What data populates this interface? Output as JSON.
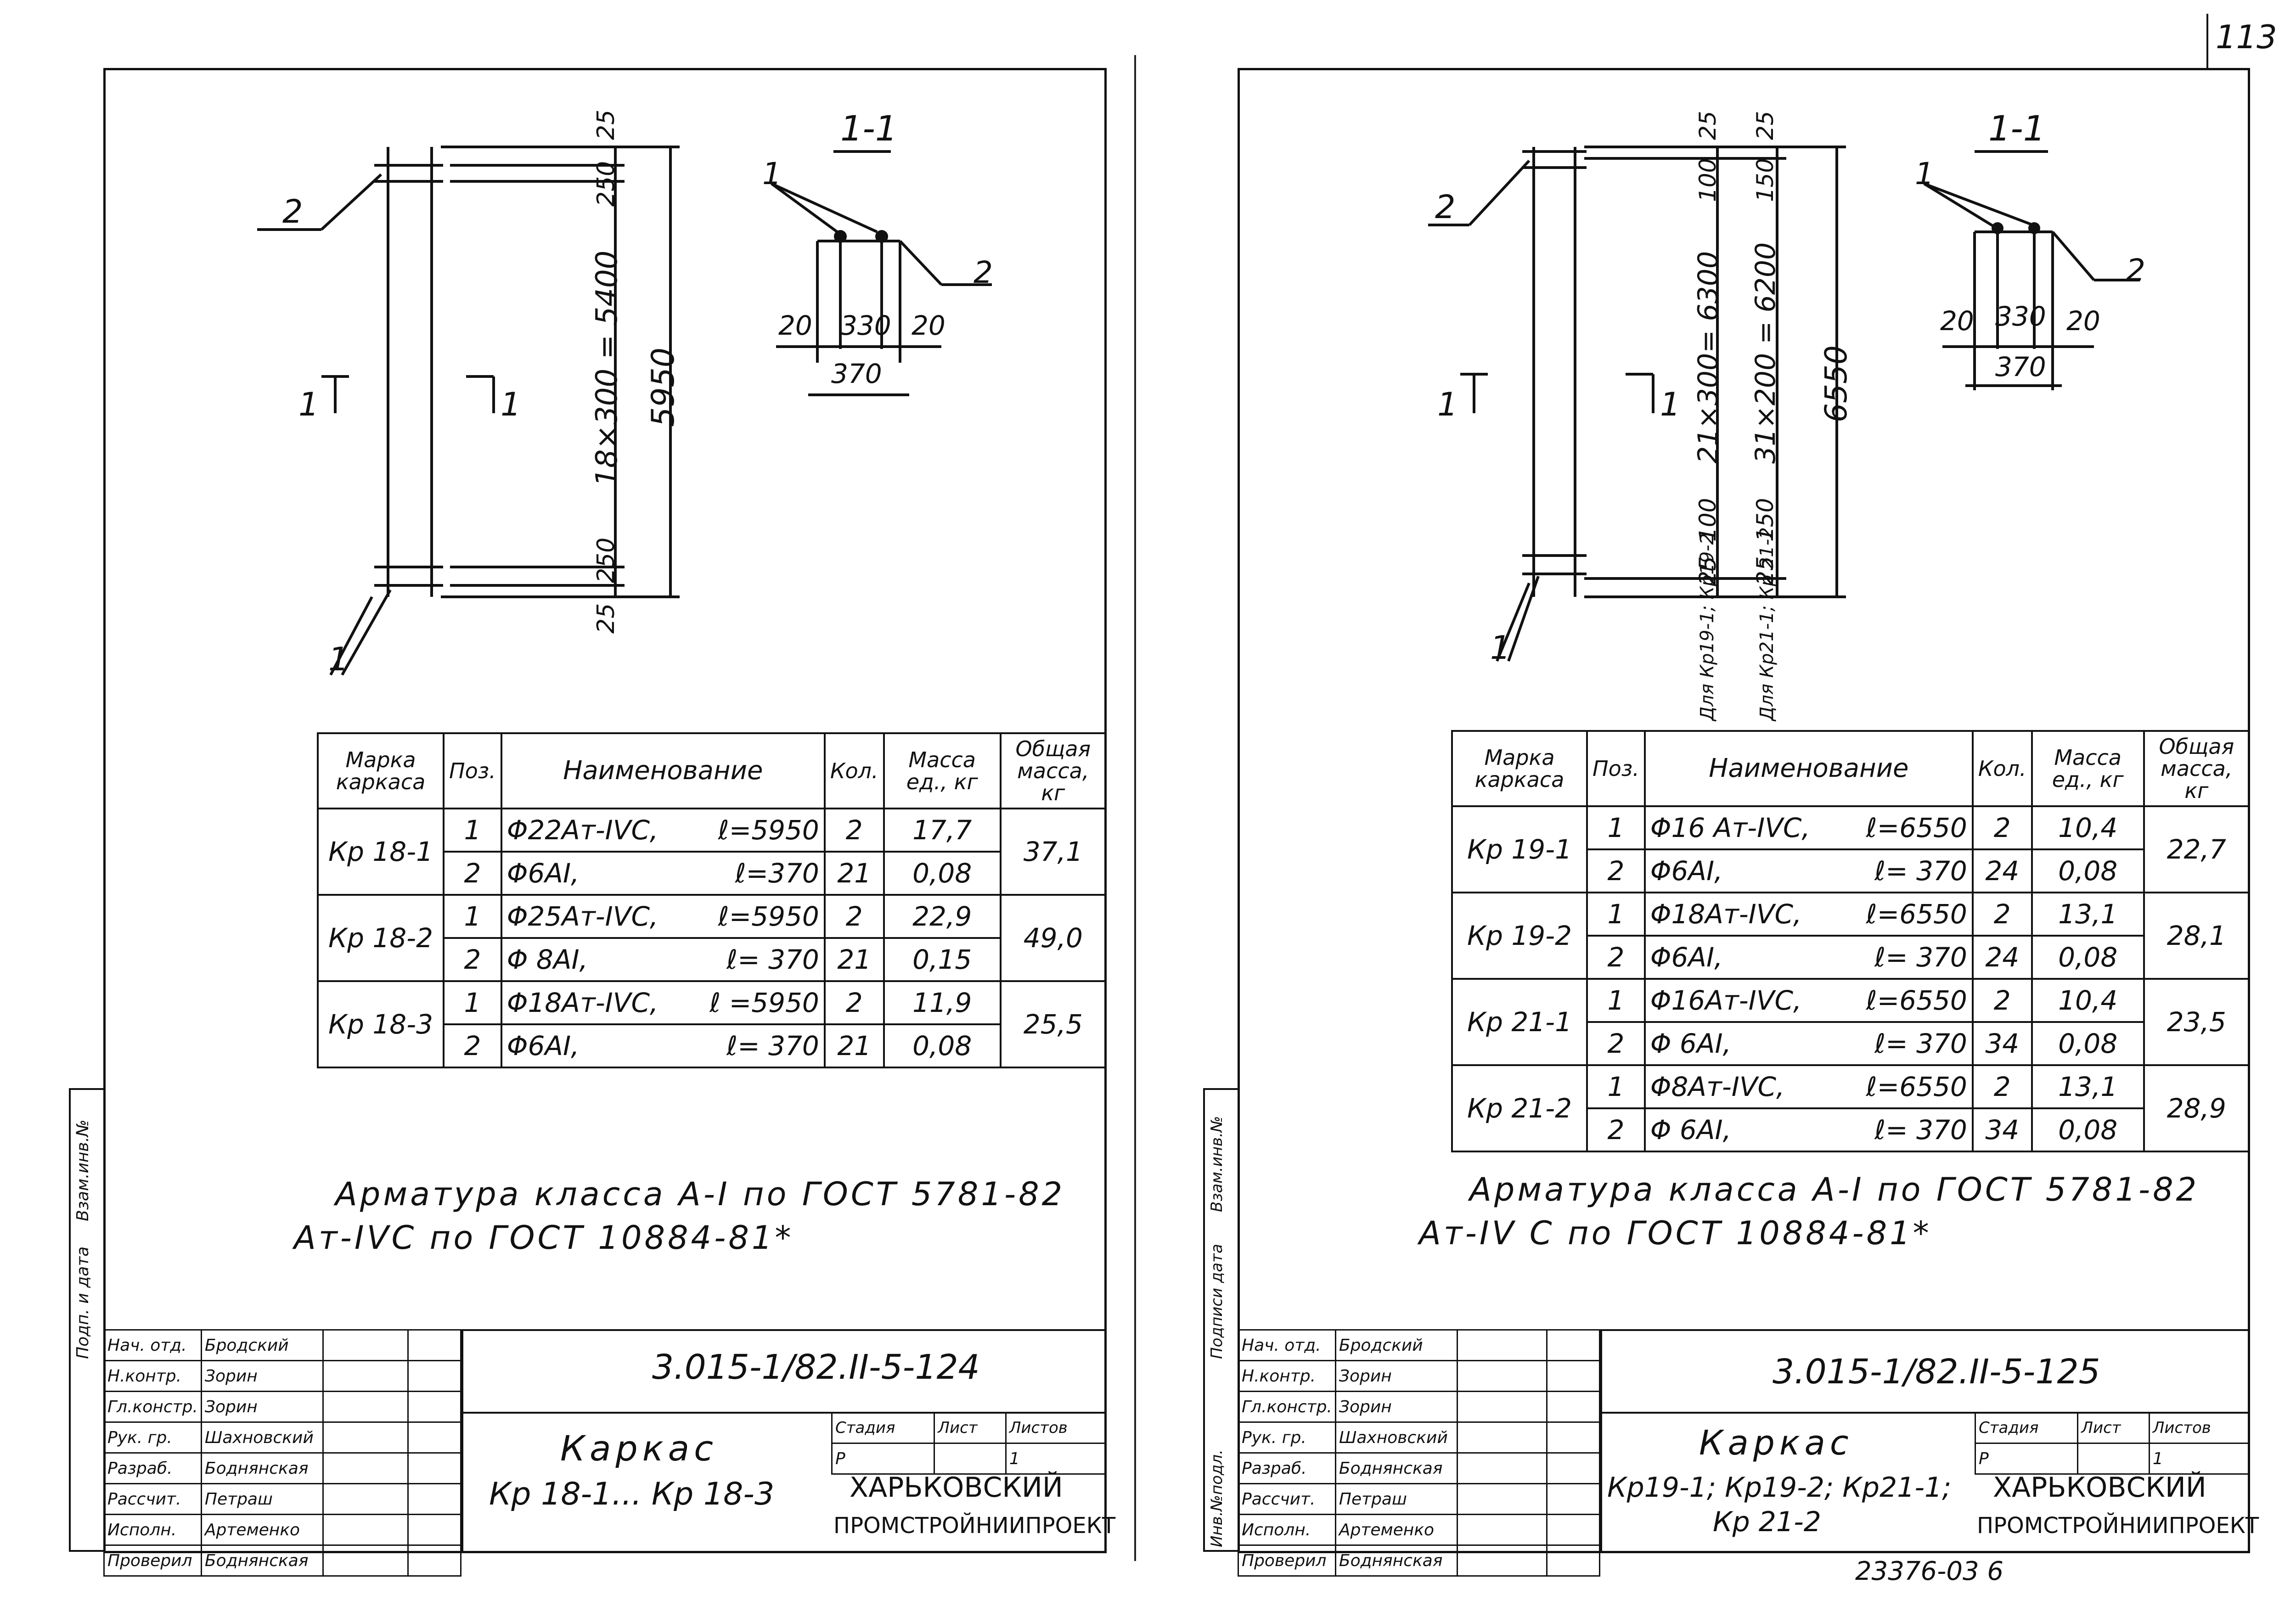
{
  "page_number": "113",
  "bottom_code": "23376-03 6",
  "left_sheet": {
    "section_title": "1-1",
    "dims": {
      "top": "25",
      "upper": "250",
      "middle": "18×300 = 5400",
      "lower": "250",
      "bottom": "25",
      "total": "5950"
    },
    "section_dims": {
      "left": "20",
      "mid": "330",
      "right": "20",
      "total": "370"
    },
    "callout_1": "1",
    "callout_2": "2",
    "section_mark_left": "1",
    "section_mark_right": "1",
    "table": {
      "headers": [
        "Марка каркаса",
        "Поз.",
        "Наименование",
        "Кол.",
        "Масса ед., кг",
        "Общая масса, кг"
      ],
      "groups": [
        {
          "mark": "Кр 18-1",
          "total": "37,1",
          "rows": [
            {
              "pos": "1",
              "name": "Φ22Aт-IVC,",
              "len": "ℓ=5950",
              "qty": "2",
              "mass": "17,7"
            },
            {
              "pos": "2",
              "name": "Φ6AI,",
              "len": "ℓ=370",
              "qty": "21",
              "mass": "0,08"
            }
          ]
        },
        {
          "mark": "Кр 18-2",
          "total": "49,0",
          "rows": [
            {
              "pos": "1",
              "name": "Φ25Aт-IVC,",
              "len": "ℓ=5950",
              "qty": "2",
              "mass": "22,9"
            },
            {
              "pos": "2",
              "name": "Φ 8AI,",
              "len": "ℓ= 370",
              "qty": "21",
              "mass": "0,15"
            }
          ]
        },
        {
          "mark": "Кр 18-3",
          "total": "25,5",
          "rows": [
            {
              "pos": "1",
              "name": "Φ18Aт-IVC,",
              "len": "ℓ =5950",
              "qty": "2",
              "mass": "11,9"
            },
            {
              "pos": "2",
              "name": "Φ6AI,",
              "len": "ℓ= 370",
              "qty": "21",
              "mass": "0,08"
            }
          ]
        }
      ]
    },
    "note_line1": "Арматура класса А-I по ГОСТ 5781-82",
    "note_line2": "Ат-IVC по ГОСТ 10884-81*",
    "stamp": {
      "code": "3.015-1/82.II-5-124",
      "people": [
        {
          "role": "Нач. отд.",
          "name": "Бродский"
        },
        {
          "role": "Н.контр.",
          "name": "Зорин"
        },
        {
          "role": "Гл.констр.",
          "name": "Зорин"
        },
        {
          "role": "Рук. гр.",
          "name": "Шахновский"
        },
        {
          "role": "Разраб.",
          "name": "Боднянская"
        },
        {
          "role": "Рассчит.",
          "name": "Петраш"
        },
        {
          "role": "Исполн.",
          "name": "Артеменко"
        },
        {
          "role": "Проверил",
          "name": "Боднянская"
        }
      ],
      "title_line1": "Каркас",
      "title_line2": "Кр 18-1... Кр 18-3",
      "stage_label": "Стадия",
      "sheet_label": "Лист",
      "sheets_label": "Листов",
      "stage": "Р",
      "sheet": "",
      "sheets": "1",
      "org_line1": "ХАРЬКОВСКИЙ",
      "org_line2": "ПРОМСТРОЙНИИПРОЕКТ"
    },
    "side_labels": [
      "Взам.инв.№",
      "Подп. и дата"
    ]
  },
  "right_sheet": {
    "section_title": "1-1",
    "dims": {
      "a_top": "25",
      "a_upper": "100",
      "a_mid": "21×300= 6300",
      "a_lower": "100",
      "a_bottom": "25",
      "b_top": "25",
      "b_upper": "150",
      "b_mid": "31×200 = 6200",
      "b_lower": "150",
      "b_bottom": "25",
      "total": "6550"
    },
    "dim_notes": [
      "Для Кр19-1; Кр19-2",
      "Для Кр21-1; Кр 21-2"
    ],
    "section_dims": {
      "left": "20",
      "mid": "330",
      "right": "20",
      "total": "370"
    },
    "callout_1": "1",
    "callout_2": "2",
    "section_mark_left": "1",
    "section_mark_right": "1",
    "table": {
      "headers": [
        "Марка каркаса",
        "Поз.",
        "Наименование",
        "Кол.",
        "Масса ед., кг",
        "Общая масса, кг"
      ],
      "groups": [
        {
          "mark": "Кр 19-1",
          "total": "22,7",
          "rows": [
            {
              "pos": "1",
              "name": "Φ16 Aт-IVC,",
              "len": "ℓ=6550",
              "qty": "2",
              "mass": "10,4"
            },
            {
              "pos": "2",
              "name": "Φ6AI,",
              "len": "ℓ= 370",
              "qty": "24",
              "mass": "0,08"
            }
          ]
        },
        {
          "mark": "Кр 19-2",
          "total": "28,1",
          "rows": [
            {
              "pos": "1",
              "name": "Φ18Aт-IVC,",
              "len": "ℓ=6550",
              "qty": "2",
              "mass": "13,1"
            },
            {
              "pos": "2",
              "name": "Φ6AI,",
              "len": "ℓ= 370",
              "qty": "24",
              "mass": "0,08"
            }
          ]
        },
        {
          "mark": "Кр 21-1",
          "total": "23,5",
          "rows": [
            {
              "pos": "1",
              "name": "Φ16Aт-IVC,",
              "len": "ℓ=6550",
              "qty": "2",
              "mass": "10,4"
            },
            {
              "pos": "2",
              "name": "Φ 6AI,",
              "len": "ℓ= 370",
              "qty": "34",
              "mass": "0,08"
            }
          ]
        },
        {
          "mark": "Кр 21-2",
          "total": "28,9",
          "rows": [
            {
              "pos": "1",
              "name": "Φ8Aт-IVC,",
              "len": "ℓ=6550",
              "qty": "2",
              "mass": "13,1"
            },
            {
              "pos": "2",
              "name": "Φ 6AI,",
              "len": "ℓ= 370",
              "qty": "34",
              "mass": "0,08"
            }
          ]
        }
      ]
    },
    "note_line1": "Арматура класса А-I по ГОСТ 5781-82",
    "note_line2": "Ат-IV С по ГОСТ 10884-81*",
    "stamp": {
      "code": "3.015-1/82.II-5-125",
      "people": [
        {
          "role": "Нач. отд.",
          "name": "Бродский"
        },
        {
          "role": "Н.контр.",
          "name": "Зорин"
        },
        {
          "role": "Гл.констр.",
          "name": "Зорин"
        },
        {
          "role": "Рук. гр.",
          "name": "Шахновский"
        },
        {
          "role": "Разраб.",
          "name": "Боднянская"
        },
        {
          "role": "Рассчит.",
          "name": "Петраш"
        },
        {
          "role": "Исполн.",
          "name": "Артеменко"
        },
        {
          "role": "Проверил",
          "name": "Боднянская"
        }
      ],
      "title_line1": "Каркас",
      "title_line2": "Кр19-1; Кр19-2; Кр21-1;",
      "title_line3": "Кр 21-2",
      "stage_label": "Стадия",
      "sheet_label": "Лист",
      "sheets_label": "Листов",
      "stage": "Р",
      "sheet": "",
      "sheets": "1",
      "org_line1": "ХАРЬКОВСКИЙ",
      "org_line2": "ПРОМСТРОЙНИИПРОЕКТ"
    },
    "side_labels": [
      "Взам.инв.№",
      "Подписи дата",
      "Инв.№подл."
    ]
  }
}
